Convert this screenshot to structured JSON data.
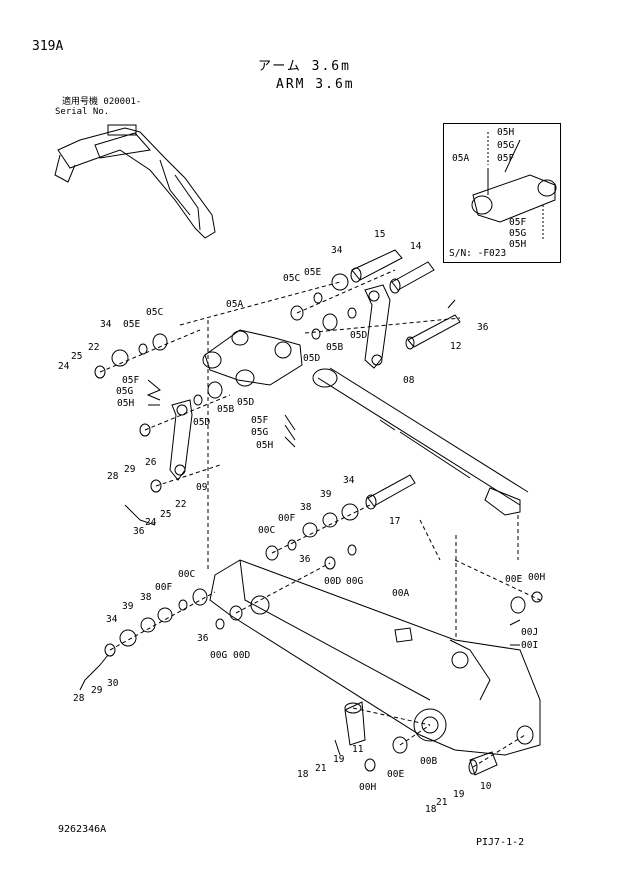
{
  "page_code": "319A",
  "title_jp": "アーム 3.6m",
  "title_en": "ARM 3.6m",
  "serial_note": {
    "jp": "適用号機 020001-",
    "en": "Serial No."
  },
  "inset_serial": "S/N: -F023",
  "drawing_number": "9262346A",
  "sheet_code": "PIJ7-1-2",
  "callouts": {
    "inset": [
      "05H",
      "05G",
      "05F",
      "05A",
      "05F",
      "05G",
      "05H"
    ],
    "upper": [
      "15",
      "14",
      "34",
      "05E",
      "05C",
      "05A",
      "36",
      "12",
      "05D",
      "05B",
      "05D",
      "08",
      "34",
      "05E",
      "05C",
      "22",
      "25",
      "24",
      "05F",
      "05G",
      "05H",
      "05D",
      "05B",
      "05F",
      "05G",
      "05H",
      "28",
      "29",
      "26",
      "09",
      "22",
      "25",
      "24",
      "36"
    ],
    "lower": [
      "34",
      "39",
      "38",
      "00F",
      "00C",
      "17",
      "36",
      "00D",
      "00G",
      "00A",
      "00C",
      "00F",
      "38",
      "39",
      "34",
      "30",
      "29",
      "28",
      "36",
      "00G",
      "00D",
      "00E",
      "00H",
      "00J",
      "00I",
      "11",
      "19",
      "21",
      "18",
      "00H",
      "00E",
      "00B",
      "10",
      "19",
      "21",
      "18"
    ]
  }
}
